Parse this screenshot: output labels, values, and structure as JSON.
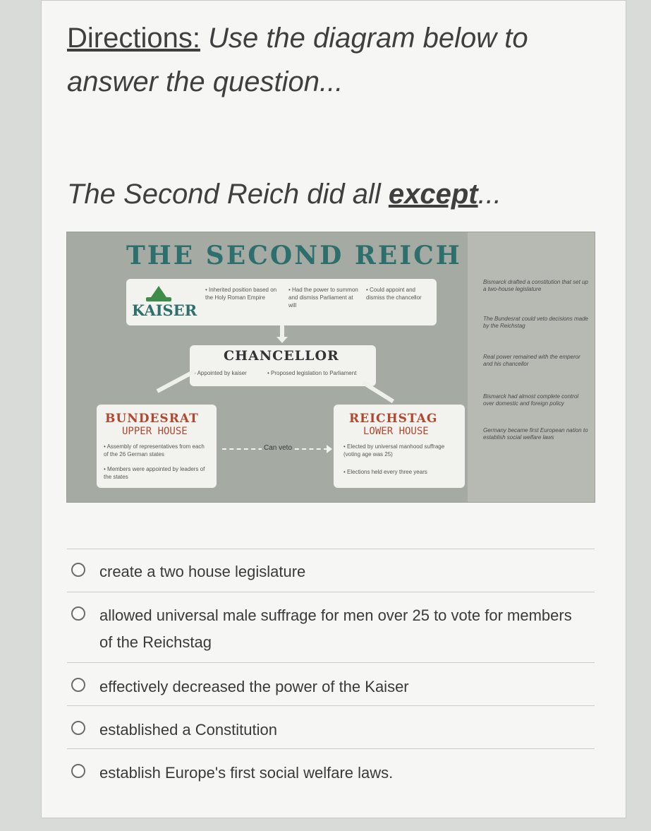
{
  "directions": {
    "lead": "Directions:",
    "text": " Use the diagram below to answer the question..."
  },
  "question": {
    "prefix": "The Second Reich did all ",
    "emphasis": "except",
    "suffix": "..."
  },
  "diagram": {
    "title": "THE SECOND REICH",
    "kaiser": {
      "label": "KAISER",
      "notes": [
        "• Inherited position based on the Holy Roman Empire",
        "• Had the power to summon and dismiss Parliament at will",
        "• Could appoint and dismiss the chancellor"
      ]
    },
    "chancellor": {
      "label": "CHANCELLOR",
      "note_1": "• Appointed by kaiser",
      "note_2": "• Proposed legislation to Parliament"
    },
    "bundesrat": {
      "title": "BUNDESRAT",
      "subtitle": "UPPER HOUSE",
      "note_1": "• Assembly of representatives from each of the 26 German states",
      "note_2": "• Members were appointed by leaders of the states"
    },
    "veto_label": "Can veto",
    "reichstag": {
      "title": "REICHSTAG",
      "subtitle": "LOWER HOUSE",
      "note_1": "• Elected by universal manhood suffrage (voting age was 25)",
      "note_2": "• Elections held every three years"
    },
    "sidebar": [
      "Bismarck drafted a constitution that set up a two-house legislature",
      "The Bundesrat could veto decisions made by the Reichstag",
      "Real power remained with the emperor and his chancellor",
      "Bismarck had almost complete control over domestic and foreign policy",
      "Germany became first European nation to establish social welfare laws"
    ]
  },
  "choices": [
    "create a two house legislature",
    "allowed universal male suffrage for men over 25 to vote for members of the Reichstag",
    "effectively decreased the power of the Kaiser",
    "established a Constitution",
    "establish Europe's first social welfare laws."
  ]
}
